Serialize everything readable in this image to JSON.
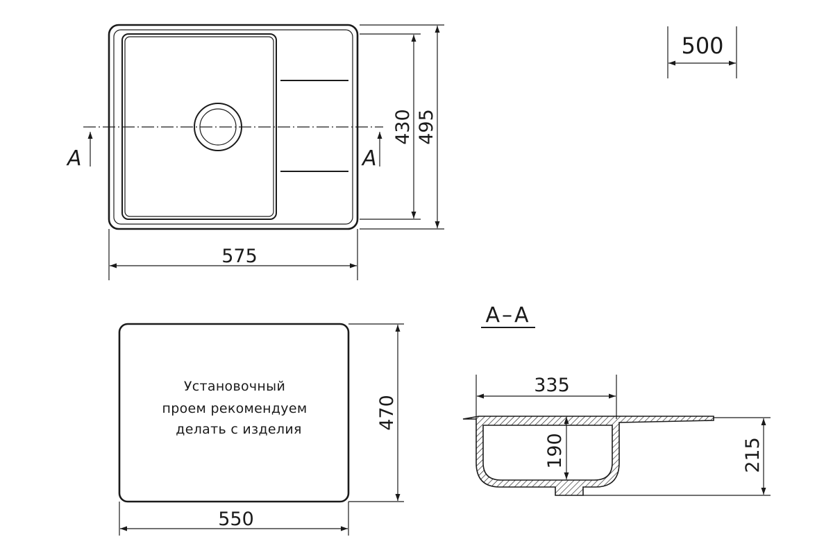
{
  "top_view": {
    "dim_width": "575",
    "dim_inner_height": "430",
    "dim_outer_height": "495",
    "section_mark_left": "A",
    "section_mark_right": "A"
  },
  "scale_box": {
    "value": "500"
  },
  "cutout_view": {
    "note_line_1": "Установочный",
    "note_line_2": "проем рекомендуем",
    "note_line_3": "делать с изделия",
    "dim_width": "550",
    "dim_height": "470"
  },
  "section_view": {
    "title": "A–A",
    "dim_bowl_width": "335",
    "dim_bowl_depth": "190",
    "dim_total_depth": "215"
  }
}
